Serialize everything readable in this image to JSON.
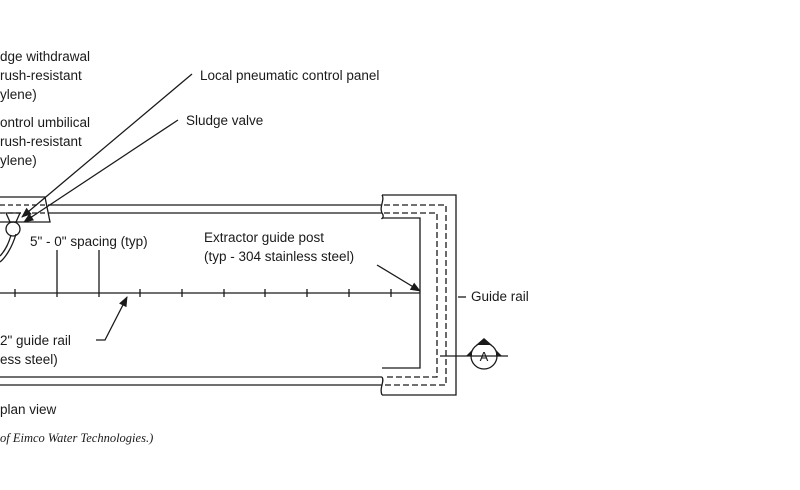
{
  "diagram": {
    "labels": {
      "sludge_withdrawal": [
        "dge withdrawal",
        "rush-resistant",
        "ylene)"
      ],
      "control_umbilical": [
        "ontrol umbilical",
        "rush-resistant",
        "ylene)"
      ],
      "local_panel": "Local pneumatic control panel",
      "sludge_valve": "Sludge valve",
      "spacing": "5\" - 0\" spacing (typ)",
      "extractor_post": [
        "Extractor guide post",
        "(typ - 304 stainless steel)"
      ],
      "guide_rail_right": "Guide rail",
      "guide_rail_left": [
        "2\" guide rail",
        "ess steel)"
      ],
      "section_marker": "A",
      "view_title": "plan view",
      "caption": "of Eimco Water Technologies.)"
    },
    "colors": {
      "ink": "#1a1a1a",
      "background": "#ffffff"
    }
  }
}
